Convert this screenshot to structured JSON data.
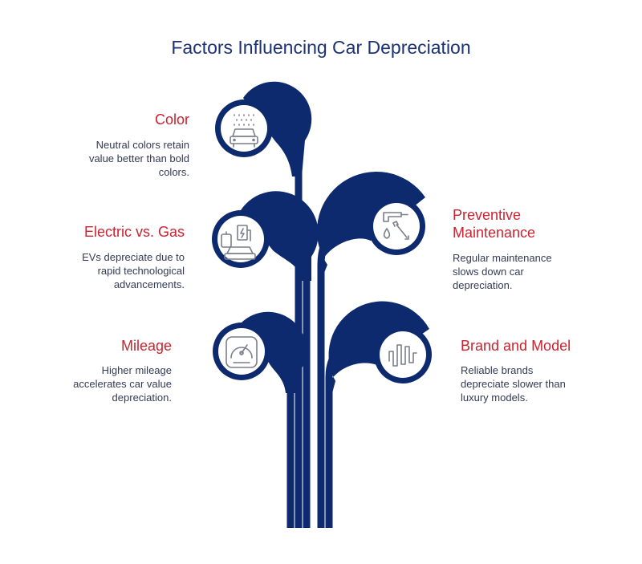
{
  "title": "Factors Influencing Car Depreciation",
  "colors": {
    "stem": "#0d2a6e",
    "heading": "#1c3274",
    "factor_title": "#cc2330",
    "body_text": "#333a55",
    "icon": "#7b7f8a"
  },
  "factors": [
    {
      "title_lines": [
        "Color"
      ],
      "desc_lines": [
        "Neutral colors retain",
        "value better than bold",
        "colors."
      ],
      "icon": "car-wash-icon",
      "side": "left"
    },
    {
      "title_lines": [
        "Electric vs. Gas"
      ],
      "desc_lines": [
        "EVs depreciate due to",
        "rapid technological",
        "advancements."
      ],
      "icon": "ev-charging-icon",
      "side": "left"
    },
    {
      "title_lines": [
        "Mileage"
      ],
      "desc_lines": [
        "Higher mileage",
        "accelerates car value",
        "depreciation."
      ],
      "icon": "speedometer-icon",
      "side": "left"
    },
    {
      "title_lines": [
        "Preventive",
        "Maintenance"
      ],
      "desc_lines": [
        "Regular maintenance",
        "slows down car",
        "depreciation."
      ],
      "icon": "oil-wrench-icon",
      "side": "right"
    },
    {
      "title_lines": [
        "Brand and Model"
      ],
      "desc_lines": [
        "Reliable brands",
        "depreciate slower than",
        "luxury models."
      ],
      "icon": "waveform-icon",
      "side": "right"
    }
  ]
}
